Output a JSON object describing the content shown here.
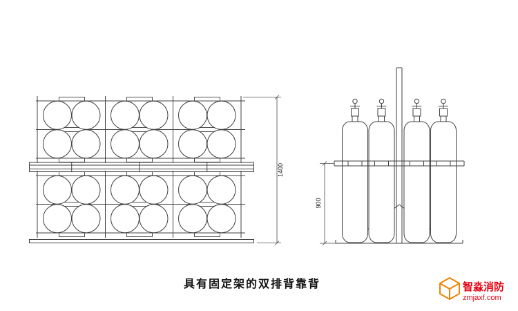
{
  "caption": "具有固定架的双排背靠背",
  "dimensions": {
    "front_height": "1400",
    "side_height": "900"
  },
  "logo": {
    "name": "智淼消防",
    "domain": "zmjaxf.com"
  },
  "colors": {
    "line": "#3f3f3f",
    "logo_red": "#e60012",
    "logo_orange": "#f08300",
    "background": "#ffffff"
  },
  "icons": {
    "logo_icon": "wireframe-cube-icon"
  }
}
